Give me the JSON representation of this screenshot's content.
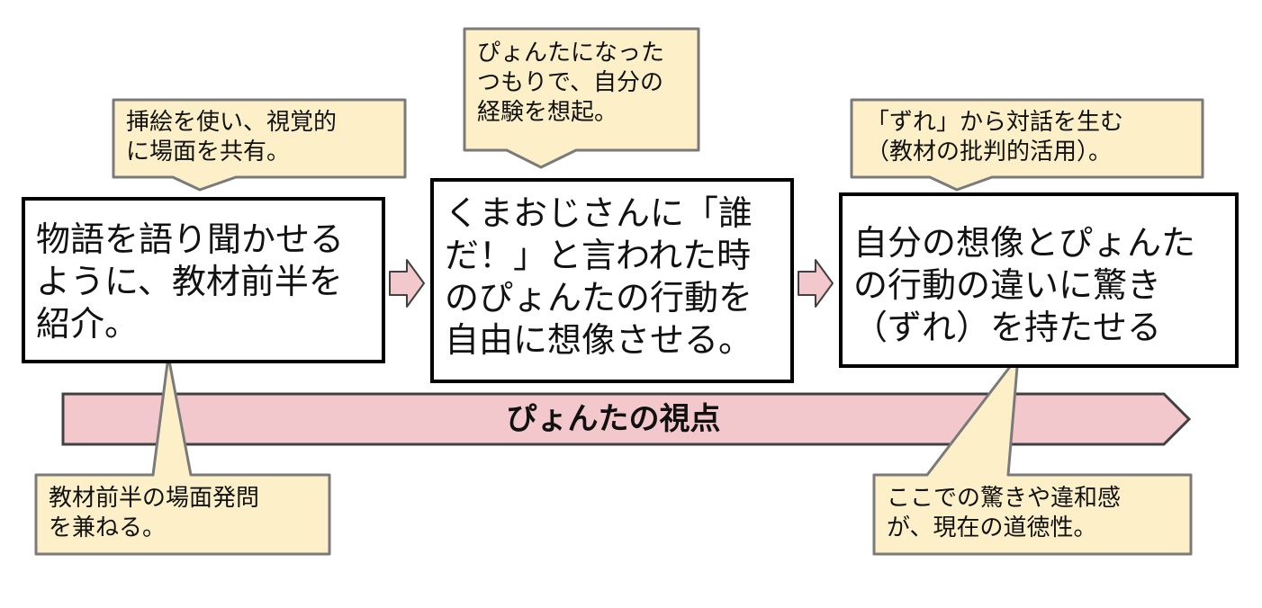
{
  "colors": {
    "callout_fill": "#fdf0c9",
    "callout_border": "#7a7a7a",
    "box_border": "#000000",
    "arrow_fill": "#f2c8cc",
    "band_fill": "#f2c8cc",
    "band_border": "#404040"
  },
  "steps": [
    {
      "text": "物語を語り聞かせる\nように、教材前半を\n紹介。"
    },
    {
      "text": "くまおじさんに「誰\nだ！」と言われた時\nのぴょんたの行動を\n自由に想像させる。"
    },
    {
      "text": "自分の想像とぴょんた\nの行動の違いに驚き\n（ずれ）を持たせる"
    }
  ],
  "top_notes": [
    {
      "text": "挿絵を使い、視覚的\nに場面を共有。"
    },
    {
      "text": "ぴょんたになった\nつもりで、自分の\n経験を想起。"
    },
    {
      "text": "「ずれ」から対話を生む\n（教材の批判的活用）。"
    }
  ],
  "bottom_notes": [
    {
      "text": "教材前半の場面発問\nを兼ねる。"
    },
    {
      "text": "ここでの驚きや違和感\nが、現在の道徳性。"
    }
  ],
  "band": {
    "label": "ぴょんたの視点"
  }
}
